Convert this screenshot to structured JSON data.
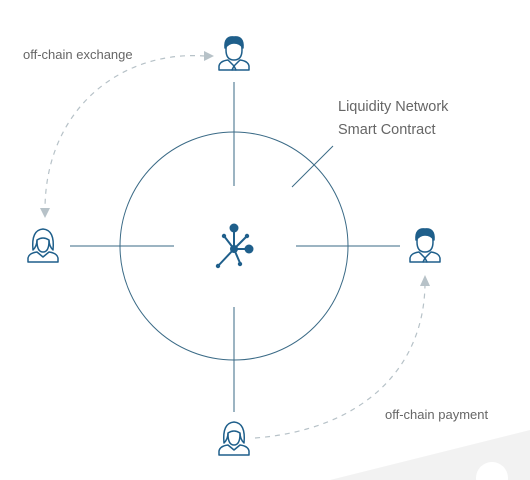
{
  "labels": {
    "top_left": "off-chain exchange",
    "bottom_right": "off-chain payment",
    "contract_line1": "Liquidity Network",
    "contract_line2": "Smart Contract"
  },
  "colors": {
    "line": "#3a6a86",
    "hub": "#1f5f8b",
    "icon": "#1f5f8b",
    "dashed": "#b7c2c8",
    "text": "#666666",
    "shadow": "#f3f3f3"
  },
  "icons": {
    "top": "man-user-icon",
    "left": "woman-user-icon",
    "right": "man-user-icon",
    "bottom": "woman-user-icon",
    "center": "network-hub-icon"
  }
}
